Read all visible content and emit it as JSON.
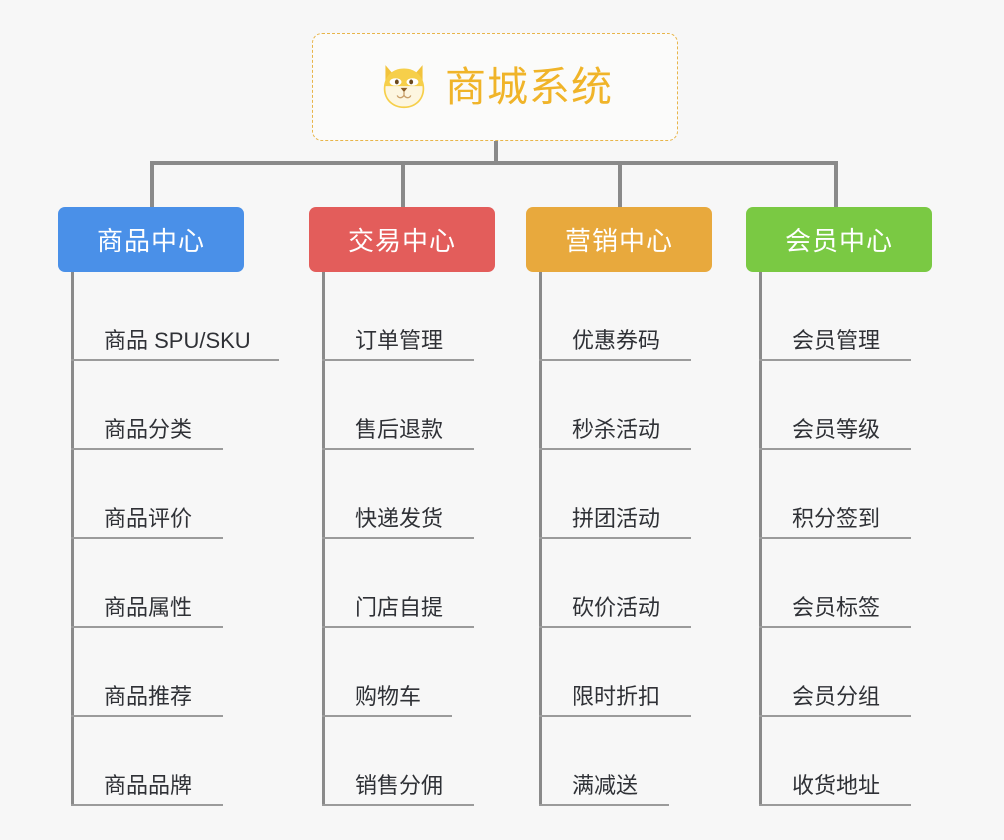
{
  "root": {
    "title": "商城系统",
    "icon": "shiba-dog-icon",
    "border_color": "#e8b54a",
    "title_color": "#f0b429"
  },
  "background_color": "#f7f7f7",
  "connector_color": "#8a8a8a",
  "columns": [
    {
      "id": "product-center",
      "title": "商品中心",
      "color": "#4a90e8",
      "items": [
        {
          "label": "商品 SPU/SKU",
          "rule_width": 208
        },
        {
          "label": "商品分类",
          "rule_width": 152
        },
        {
          "label": "商品评价",
          "rule_width": 152
        },
        {
          "label": "商品属性",
          "rule_width": 152
        },
        {
          "label": "商品推荐",
          "rule_width": 152
        },
        {
          "label": "商品品牌",
          "rule_width": 152
        }
      ]
    },
    {
      "id": "trade-center",
      "title": "交易中心",
      "color": "#e35d5b",
      "items": [
        {
          "label": "订单管理",
          "rule_width": 152
        },
        {
          "label": "售后退款",
          "rule_width": 152
        },
        {
          "label": "快递发货",
          "rule_width": 152
        },
        {
          "label": "门店自提",
          "rule_width": 152
        },
        {
          "label": "购物车",
          "rule_width": 130
        },
        {
          "label": "销售分佣",
          "rule_width": 152
        }
      ]
    },
    {
      "id": "marketing-center",
      "title": "营销中心",
      "color": "#e8a93d",
      "items": [
        {
          "label": "优惠券码",
          "rule_width": 152
        },
        {
          "label": "秒杀活动",
          "rule_width": 152
        },
        {
          "label": "拼团活动",
          "rule_width": 152
        },
        {
          "label": "砍价活动",
          "rule_width": 152
        },
        {
          "label": "限时折扣",
          "rule_width": 152
        },
        {
          "label": "满减送",
          "rule_width": 130
        }
      ]
    },
    {
      "id": "member-center",
      "title": "会员中心",
      "color": "#7ac943",
      "items": [
        {
          "label": "会员管理",
          "rule_width": 152
        },
        {
          "label": "会员等级",
          "rule_width": 152
        },
        {
          "label": "积分签到",
          "rule_width": 152
        },
        {
          "label": "会员标签",
          "rule_width": 152
        },
        {
          "label": "会员分组",
          "rule_width": 152
        },
        {
          "label": "收货地址",
          "rule_width": 152
        }
      ]
    }
  ]
}
